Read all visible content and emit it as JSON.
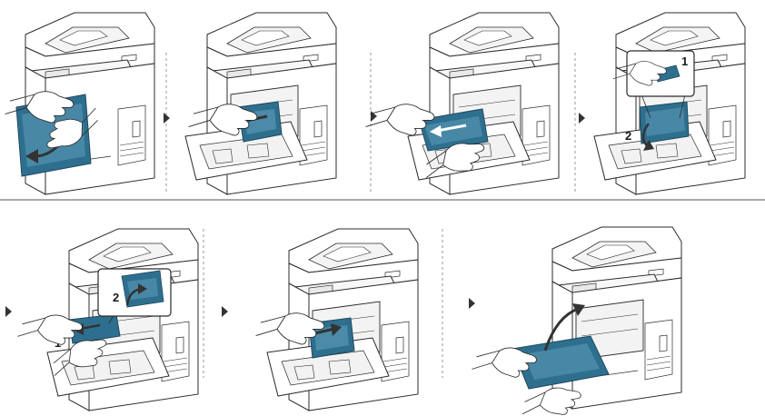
{
  "colors": {
    "line": "#2b2b2b",
    "paper": "#ffffff",
    "shade": "#efefef",
    "accent": "#2e6f8f",
    "accent_light": "#5f9db9",
    "separator": "#9a9a9a",
    "arrow": "#333333"
  },
  "icons": [
    "step-arrow-icon",
    "curved-arrow-icon",
    "hand-icon",
    "printer-icon"
  ],
  "steps": [
    {
      "id": "1",
      "action": "open-front-cover",
      "callouts": []
    },
    {
      "id": "2",
      "action": "remove-toner-cartridge",
      "callouts": []
    },
    {
      "id": "3",
      "action": "pull-jammed-paper",
      "callouts": []
    },
    {
      "id": "4",
      "action": "lift-lever-open-guide",
      "callouts": [
        "1",
        "2"
      ]
    },
    {
      "id": "5",
      "action": "pull-paper-and-close-guide",
      "callouts": [
        "1",
        "2"
      ]
    },
    {
      "id": "6",
      "action": "reinsert-toner-cartridge",
      "callouts": []
    },
    {
      "id": "7",
      "action": "close-front-cover",
      "callouts": []
    }
  ]
}
